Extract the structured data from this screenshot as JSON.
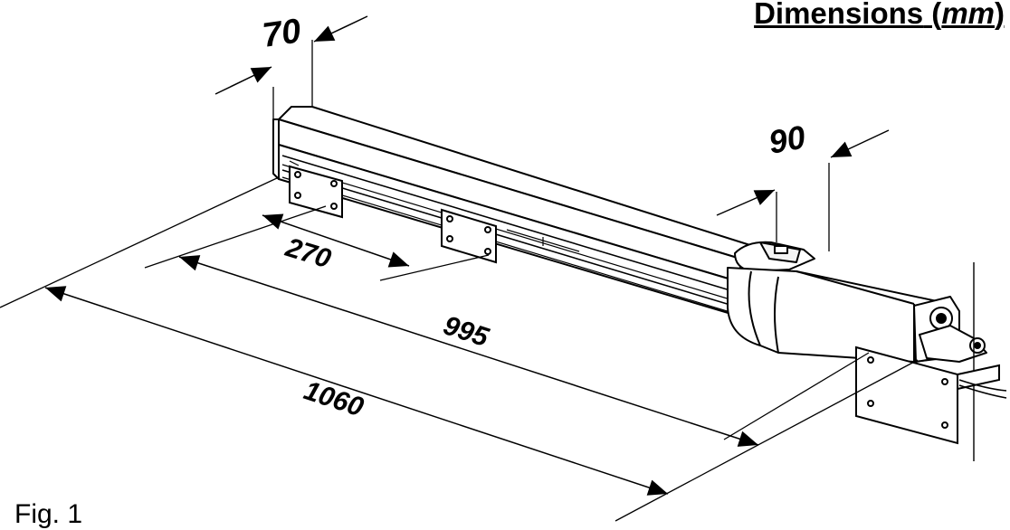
{
  "title": {
    "main": "Dimensions",
    "paren_open": " (",
    "unit": "mm",
    "paren_close": ")"
  },
  "figure_label": "Fig. 1",
  "dimensions": {
    "width_top": "70",
    "width_motor": "90",
    "bracket_spacing": "270",
    "stroke": "995",
    "overall_length": "1060"
  }
}
